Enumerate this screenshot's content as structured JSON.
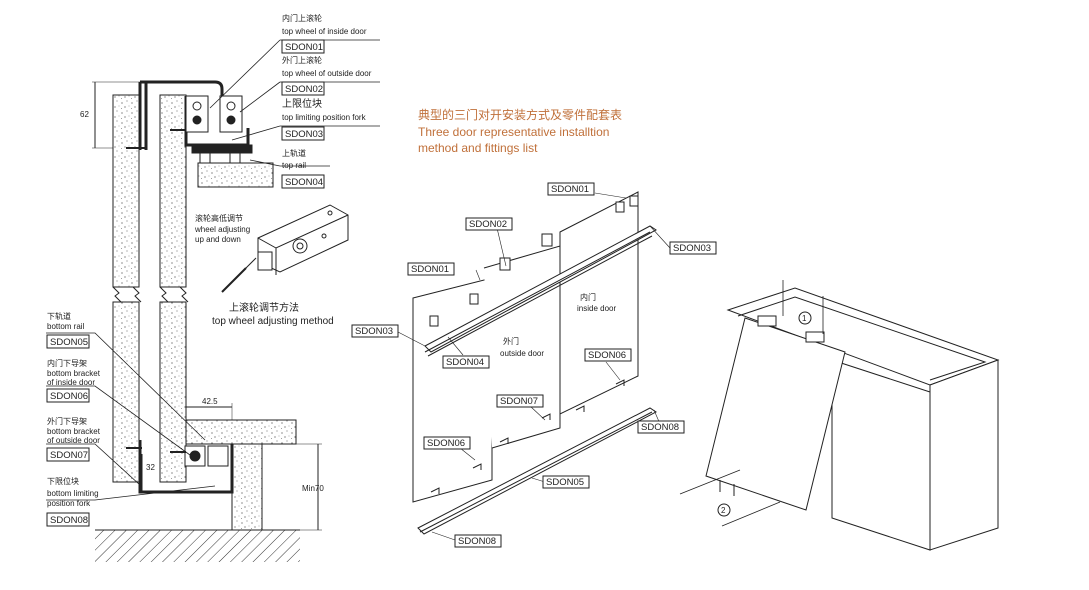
{
  "title": {
    "cn": "典型的三门对开安装方式及零件配套表",
    "en_line1": "Three door representative installtion",
    "en_line2": "method and fittings list",
    "color": "#c0703a"
  },
  "callouts": {
    "sdon01": {
      "cn": "内门上滚轮",
      "en": "top wheel of inside door",
      "code": "SDON01"
    },
    "sdon02": {
      "cn": "外门上滚轮",
      "en": "top wheel of outside door",
      "code": "SDON02"
    },
    "sdon03": {
      "cn": "上限位块",
      "en": "top limiting position fork",
      "code": "SDON03"
    },
    "sdon04": {
      "cn": "上轨道",
      "en": "top rail",
      "code": "SDON04"
    },
    "sdon05": {
      "cn": "下轨道",
      "en": "bottom rail",
      "code": "SDON05"
    },
    "sdon06": {
      "cn": "内门下导架",
      "en1": "bottom bracket",
      "en2": "of inside door",
      "code": "SDON06"
    },
    "sdon07": {
      "cn": "外门下导架",
      "en1": "bottom bracket",
      "en2": "of outside door",
      "code": "SDON07"
    },
    "sdon08": {
      "cn": "下限位块",
      "en1": "bottom limiting",
      "en2": "position fork",
      "code": "SDON08"
    }
  },
  "adjust": {
    "cn1": "滚轮高低调节",
    "en1": "wheel adjusting",
    "en2": "up and down",
    "cn_method": "上滚轮调节方法",
    "en_method": "top wheel adjusting method"
  },
  "dimensions": {
    "top": "62",
    "gap": "42.5",
    "bottom": "32",
    "min": "Min70"
  },
  "exploded": {
    "inside_cn": "内门",
    "inside_en": "inside door",
    "outside_cn": "外门",
    "outside_en": "outside door",
    "labels": [
      "SDON01",
      "SDON02",
      "SDON01",
      "SDON03",
      "SDON03",
      "SDON04",
      "SDON06",
      "SDON06",
      "SDON07",
      "SDON05",
      "SDON08",
      "SDON08"
    ]
  },
  "cabinet": {
    "step1": "1",
    "step2": "2"
  }
}
